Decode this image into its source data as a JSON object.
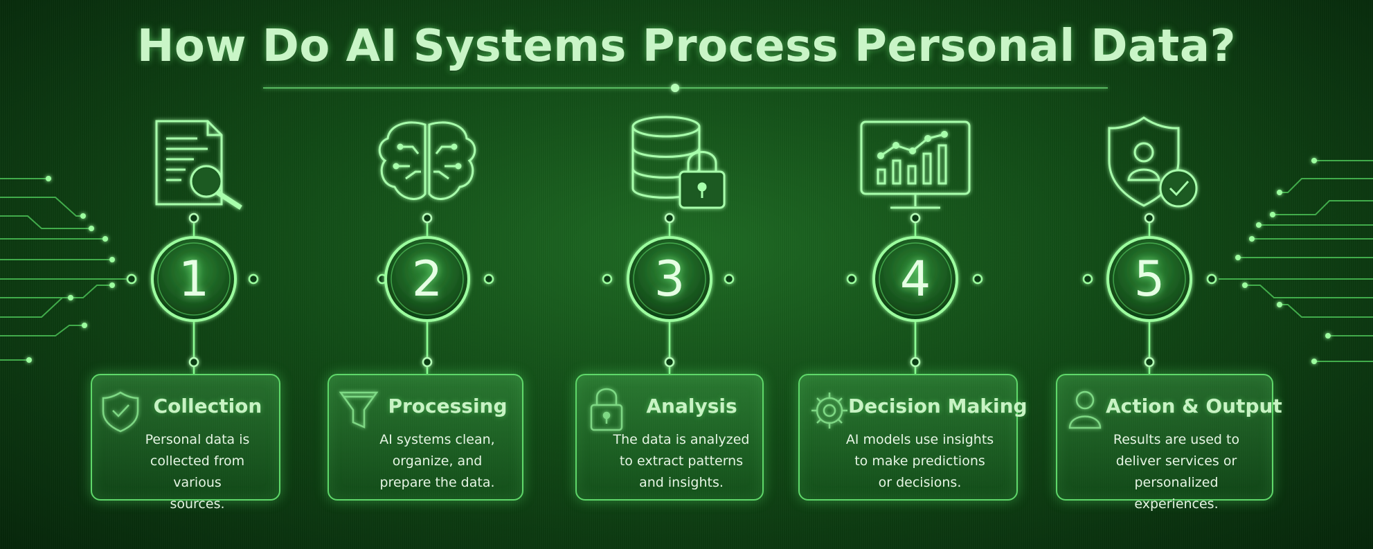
{
  "title": "How Do AI Systems Process Personal Data?",
  "colors": {
    "accent": "#5fd86a",
    "glow": "#8dff95",
    "background": "#114a16"
  },
  "steps": [
    {
      "number": "1",
      "title": "Collection",
      "description": "Personal data is\ncollected from various\nsources.",
      "icon": "document-search-icon",
      "card_icon": "shield-check-icon"
    },
    {
      "number": "2",
      "title": "Processing",
      "description": "AI systems clean,\norganize, and\nprepare the data.",
      "icon": "brain-circuit-icon",
      "card_icon": "funnel-icon"
    },
    {
      "number": "3",
      "title": "Analysis",
      "description": "The data is analyzed\nto extract patterns\nand insights.",
      "icon": "database-lock-icon",
      "card_icon": "padlock-icon"
    },
    {
      "number": "4",
      "title": "Decision Making",
      "description": "AI models use insights\nto make predictions\nor decisions.",
      "icon": "monitor-chart-icon",
      "card_icon": "gear-icon"
    },
    {
      "number": "5",
      "title": "Action & Output",
      "description": "Results are used to\ndeliver services or\npersonalized experiences.",
      "icon": "shield-user-check-icon",
      "card_icon": "user-icon"
    }
  ]
}
